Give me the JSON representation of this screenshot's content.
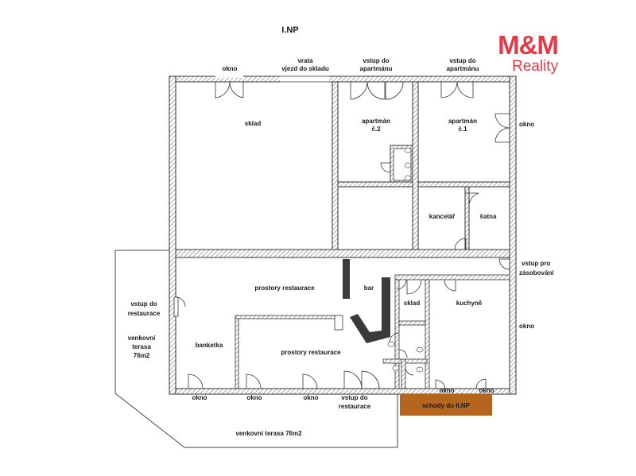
{
  "title": "I.NP",
  "brand": {
    "name": "M&M",
    "sub": "Reality",
    "color": "#e63946"
  },
  "colors": {
    "wall": "#2b2b2b",
    "hatch": "#9a9a9a",
    "stair": "#b5651d",
    "bar": "#3a3a3a"
  },
  "rooms": {
    "sklad": "sklad",
    "apartman2": [
      "apartmán",
      "č.2"
    ],
    "apartman1": [
      "apartmán",
      "č.1"
    ],
    "kancelar": "kancelář",
    "satna": "šatna",
    "restaurace1": "prostory restaurace",
    "bar": "bar",
    "sklad2": "sklad",
    "kuchyne": "kuchyně",
    "banketka": "banketka",
    "restaurace2": "prostory restaurace"
  },
  "labels": {
    "okno_top": "okno",
    "vrata": [
      "vrata",
      "vjezd do skladu"
    ],
    "vstup_apt2": [
      "vstup do",
      "apartmánu"
    ],
    "vstup_apt1": [
      "vstup do",
      "apartmánu"
    ],
    "okno_right1": "okno",
    "vstup_zasob": [
      "vstup pro",
      "zásobování"
    ],
    "okno_right2": "okno",
    "vstup_rest_left": [
      "vstup do",
      "restaurace"
    ],
    "terasa_left": [
      "venkovní",
      "terasa",
      "76m2"
    ],
    "terasa_bottom": "venkovní terasa 76m2",
    "okno_b1": "okno",
    "okno_b2": "okno",
    "okno_b3": "okno",
    "vstup_rest_bottom": [
      "vstup do",
      "restaurace"
    ],
    "okno_b4": "okno",
    "okno_b5": "okno",
    "schody": "schody do II.NP"
  }
}
